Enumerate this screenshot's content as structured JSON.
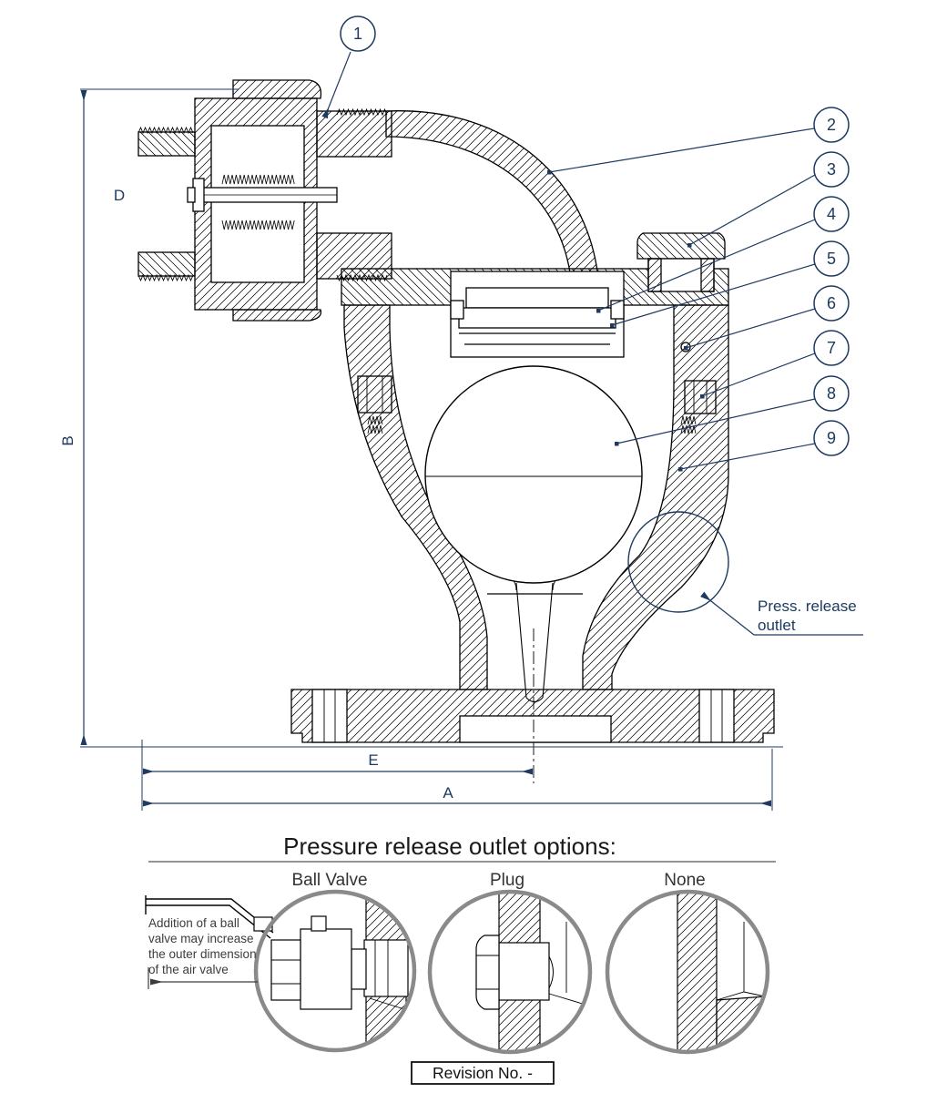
{
  "colors": {
    "annotation": "#1e3a60",
    "drawing": "#000000",
    "option_circle": "#8a8a8a"
  },
  "callouts": {
    "balloons": [
      "1",
      "2",
      "3",
      "4",
      "5",
      "6",
      "7",
      "8",
      "9"
    ]
  },
  "dimensions": {
    "height_total": "B",
    "inlet_height": "D",
    "outlet_offset": "E",
    "width_total": "A"
  },
  "outlet_callout": {
    "line1": "Press. release",
    "line2": "outlet"
  },
  "options_section": {
    "title": "Pressure release outlet options:",
    "options": [
      {
        "label": "Ball Valve"
      },
      {
        "label": "Plug"
      },
      {
        "label": "None"
      }
    ],
    "note_lines": [
      "Addition of a ball",
      "valve may increase",
      "the outer dimension",
      "of the air valve"
    ]
  },
  "revision_label": "Revision No. -"
}
